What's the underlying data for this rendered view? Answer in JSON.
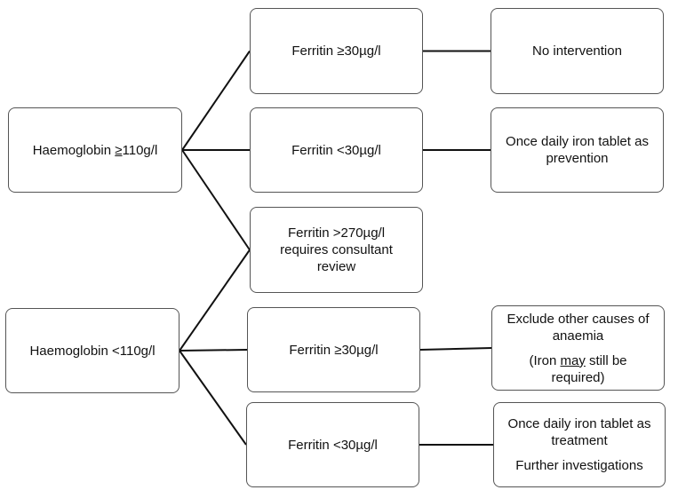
{
  "nodes": {
    "hb_high": {
      "before": "Haemoglobin ",
      "ul": "≥",
      "after": "110g/l"
    },
    "hb_low": {
      "text": "Haemoglobin <110g/l"
    },
    "fer_high_top": {
      "text": "Ferritin ≥30µg/l"
    },
    "fer_low_top": {
      "text": "Ferritin <30µg/l"
    },
    "fer_270": {
      "line1": "Ferritin >270µg/l",
      "line2": "requires consultant",
      "line3": "review"
    },
    "fer_high_bot": {
      "text": "Ferritin ≥30µg/l"
    },
    "fer_low_bot": {
      "text": "Ferritin <30µg/l"
    },
    "no_intervention": {
      "text": "No intervention"
    },
    "prevention": {
      "line1": "Once daily iron tablet as",
      "line2": "prevention"
    },
    "exclude": {
      "line1": "Exclude other causes of",
      "line2": "anaemia",
      "line3_pre": "(Iron ",
      "line3_ul": "may",
      "line3_post": " still be",
      "line4": "required)"
    },
    "treatment": {
      "line1": "Once daily iron tablet as",
      "line2": "treatment",
      "line3": "Further investigations"
    }
  },
  "connectors": [
    [
      "hb_high",
      "fer_high_top"
    ],
    [
      "hb_high",
      "fer_low_top"
    ],
    [
      "hb_high",
      "fer_270"
    ],
    [
      "hb_low",
      "fer_270"
    ],
    [
      "hb_low",
      "fer_high_bot"
    ],
    [
      "hb_low",
      "fer_low_bot"
    ],
    [
      "fer_high_top",
      "no_intervention"
    ],
    [
      "fer_low_top",
      "prevention"
    ],
    [
      "fer_high_bot",
      "exclude"
    ],
    [
      "fer_low_bot",
      "treatment"
    ]
  ],
  "colors": {
    "line": "#111111",
    "border": "#555555"
  }
}
